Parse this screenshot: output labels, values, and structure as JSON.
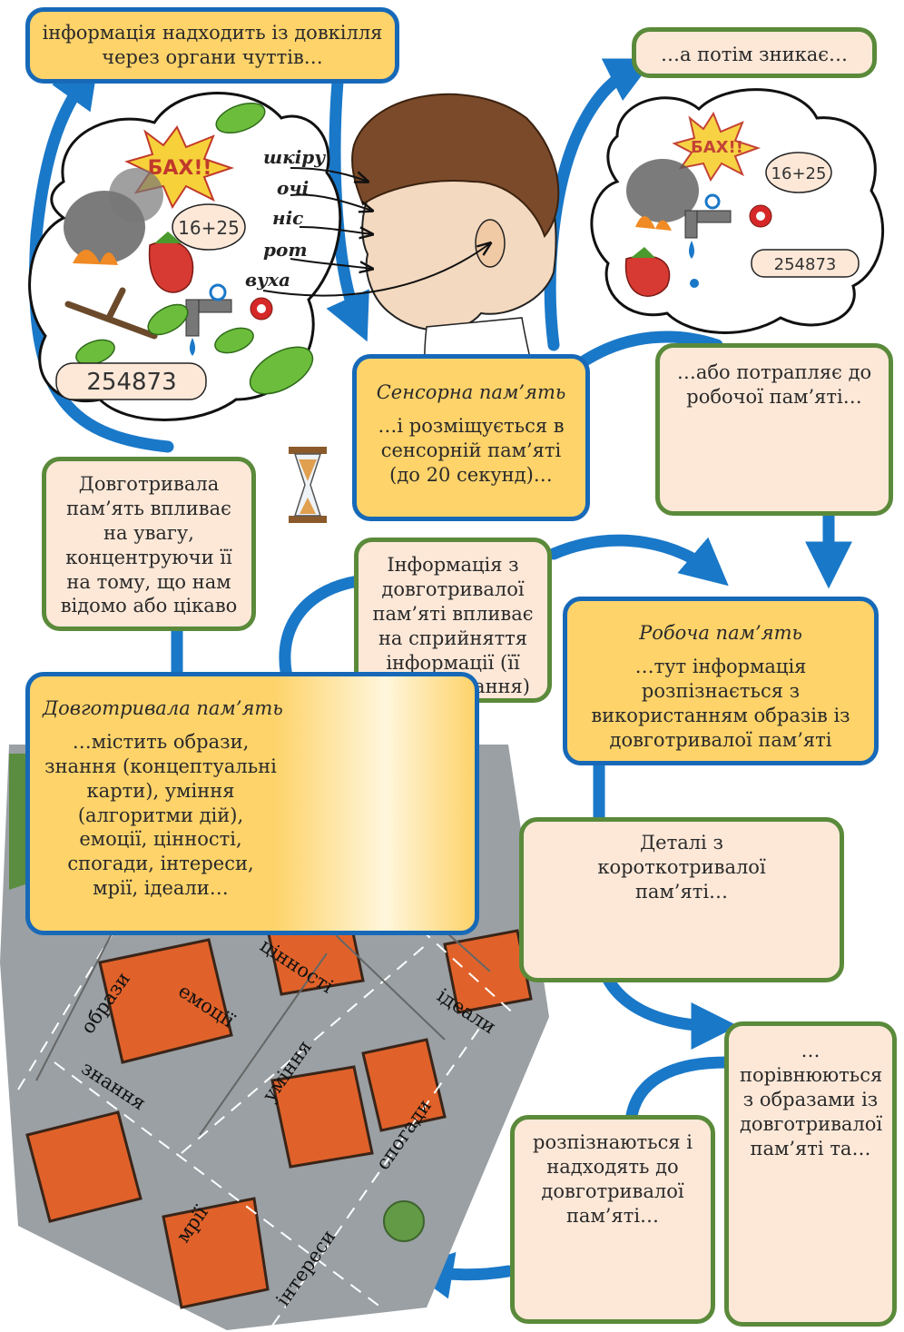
{
  "boxes": {
    "input": "інформація надходить із довкілля через органи чуттів…",
    "fades": "…а потім зникає…",
    "sensory_title": "Сенсорна пам’ять",
    "sensory_text": "…і розміщується в сенсорній пам’яті (до 20 секунд)…",
    "to_working": "…або потрапляє до робочої пам’яті…",
    "lt_attention": "Довготривала пам’ять впливає на увагу, концентруючи її на тому, що нам відомо або цікаво",
    "lt_perception": "Інформація з довготривалої пам’яті впливає на сприйняття інформації (її розпізнавання)",
    "working_title": "Робоча пам’ять",
    "working_text": "…тут інформація розпізнається з використанням образів із довготривалої пам’яті",
    "longterm_title": "Довготривала пам’ять",
    "longterm_text": "…містить образи, знання (концептуальні карти), уміння (алгоритми дій), емоції, цінності, спогади, інтереси, мрії, ідеали…",
    "details": "Деталі з короткотривалої пам’яті…",
    "compared": "…порівнюються з образами із довготривалої пам’яті та…",
    "recognized": "розпізнаються і надходять до довготривалої пам’яті…"
  },
  "senses": [
    "шкіру",
    "очі",
    "ніс",
    "рот",
    "вуха"
  ],
  "cloud_labels": {
    "bang": "БАХ!!",
    "sum": "16+25",
    "number": "254873"
  },
  "streets": [
    "образи",
    "цінності",
    "емоції",
    "ідеали",
    "знання",
    "уміння",
    "спогади",
    "мрії",
    "інтереси"
  ],
  "colors": {
    "arrow": "#1a78c8",
    "green_border": "#5a8a3a",
    "yellow_fill": "#fdd36a",
    "peach_fill": "#fde8d8",
    "leaf": "#6cbd3c",
    "roof": "#e0622a"
  }
}
